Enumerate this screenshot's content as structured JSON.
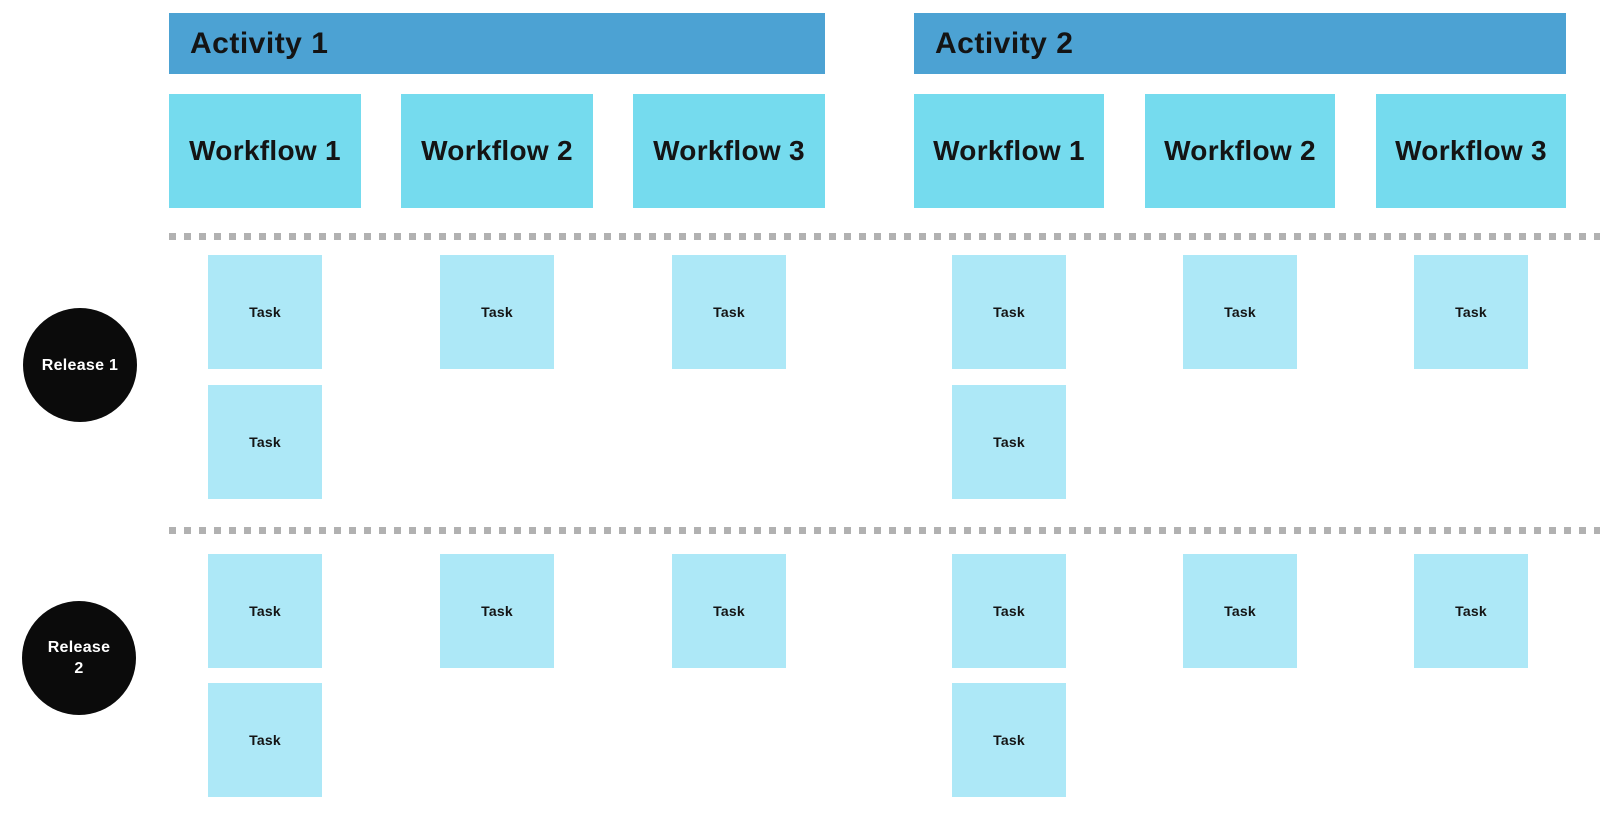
{
  "diagram": {
    "activities": [
      {
        "label": "Activity 1",
        "workflows": [
          {
            "label": "Workflow 1"
          },
          {
            "label": "Workflow 2"
          },
          {
            "label": "Workflow 3"
          }
        ]
      },
      {
        "label": "Activity 2",
        "workflows": [
          {
            "label": "Workflow 1"
          },
          {
            "label": "Workflow 2"
          },
          {
            "label": "Workflow 3"
          }
        ]
      }
    ],
    "releases": [
      {
        "label": "Release 1",
        "lines": [
          "Release 1",
          ""
        ]
      },
      {
        "label": "Release 2",
        "lines": [
          "Release",
          "2"
        ]
      }
    ],
    "task_label": "Task",
    "task_counts": {
      "release_1": [
        2,
        1,
        1,
        2,
        1,
        1
      ],
      "release_2": [
        2,
        1,
        1,
        2,
        1,
        1
      ]
    },
    "colors": {
      "activity_bar": "#4CA2D3",
      "workflow_box": "#75DBEE",
      "task_card": "#ADE8F7",
      "release_circle": "#0B0B0B",
      "release_text": "#FFFFFF",
      "divider_dash": "#B1B1B1",
      "label_text": "#141414"
    }
  }
}
